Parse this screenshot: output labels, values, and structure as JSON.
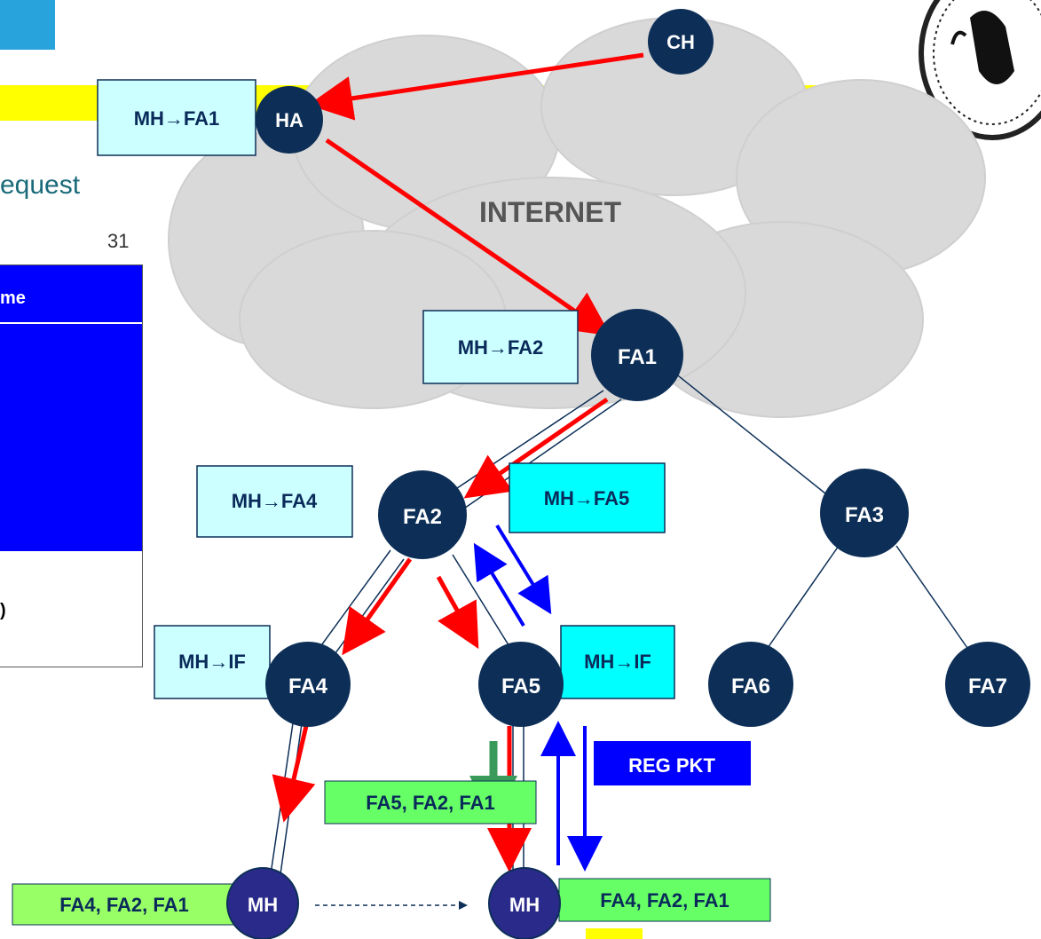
{
  "slide": {
    "title_fragment": "equest",
    "page_number": "31",
    "table_header": "me",
    "table_fragment": ")"
  },
  "cloud": {
    "label": "INTERNET"
  },
  "nodes": {
    "ch": "CH",
    "ha": "HA",
    "fa1": "FA1",
    "fa2": "FA2",
    "fa3": "FA3",
    "fa4": "FA4",
    "fa5": "FA5",
    "fa6": "FA6",
    "fa7": "FA7",
    "mh_old": "MH",
    "mh_new": "MH"
  },
  "bindings": {
    "ha": "MH→FA1",
    "fa1": "MH→FA2",
    "fa2_old": "MH→FA4",
    "fa2_new": "MH→FA5",
    "fa4": "MH→IF",
    "fa5": "MH→IF"
  },
  "paths": {
    "old": "FA4, FA2, FA1",
    "new_advert": "FA5, FA2, FA1",
    "new_registered": "FA4, FA2, FA1"
  },
  "reg_packet": "REG PKT",
  "colors": {
    "node": "#0d2f57",
    "mh_node": "#2a2a8a",
    "red_arrow": "#ff0000",
    "blue_arrow": "#0000ff",
    "green_arrow": "#3a9a5a",
    "light_cyan_box": "#ccffff",
    "cyan_box": "#00ffff",
    "green_box": "#66ff66",
    "reg_box": "#0000ff",
    "cloud": "#d9d9d9"
  }
}
